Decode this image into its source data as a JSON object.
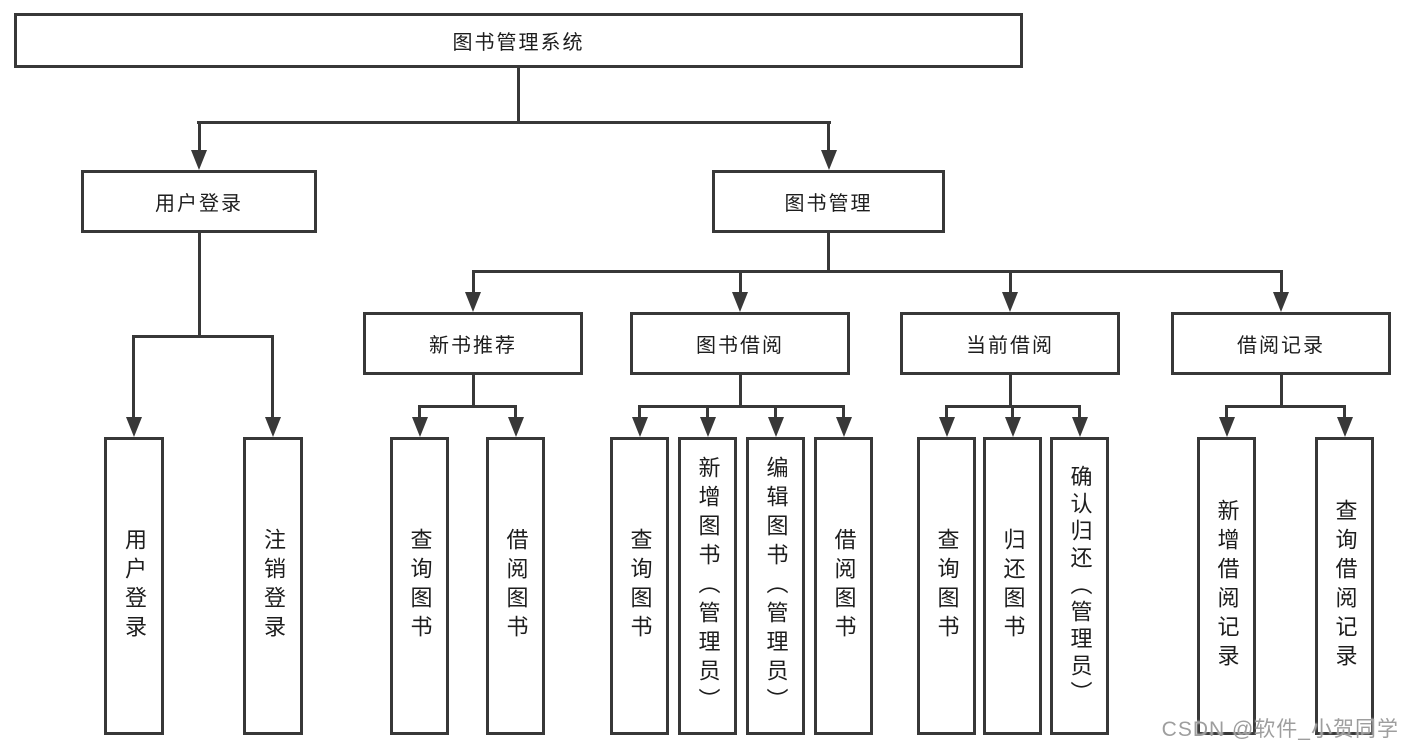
{
  "nodes": {
    "root": {
      "label": "图书管理系统"
    },
    "user_login": {
      "label": "用户登录"
    },
    "book_mgmt": {
      "label": "图书管理"
    },
    "login": {
      "label": "用户登录"
    },
    "logout": {
      "label": "注销登录"
    },
    "new_books": {
      "label": "新书推荐"
    },
    "book_borrow": {
      "label": "图书借阅"
    },
    "current_borrow": {
      "label": "当前借阅"
    },
    "borrow_records": {
      "label": "借阅记录"
    },
    "nb_query_books": {
      "label": "查询图书"
    },
    "nb_borrow_books": {
      "label": "借阅图书"
    },
    "bb_query_books": {
      "label": "查询图书"
    },
    "bb_add_books": {
      "label": "新增图书（管理员）"
    },
    "bb_edit_books": {
      "label": "编辑图书（管理员）"
    },
    "bb_borrow_books": {
      "label": "借阅图书"
    },
    "cb_query_books": {
      "label": "查询图书"
    },
    "cb_return_books": {
      "label": "归还图书"
    },
    "cb_confirm_return": {
      "label": "确认归还（管理员）"
    },
    "br_add_record": {
      "label": "新增借阅记录"
    },
    "br_query_record": {
      "label": "查询借阅记录"
    }
  },
  "watermark": {
    "text": "CSDN @软件_小贺同学"
  },
  "colors": {
    "line": "#383838",
    "text": "#1d1d1d",
    "background": "#ffffff",
    "watermark": "#9e9e9e"
  }
}
